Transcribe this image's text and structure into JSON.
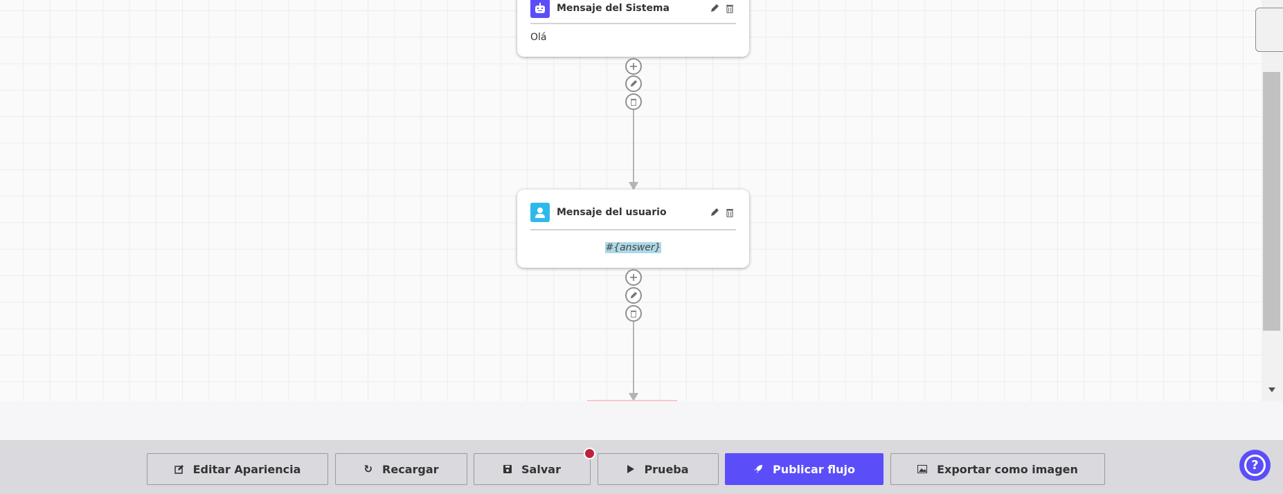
{
  "nodes": [
    {
      "title": "Mensaje del Sistema",
      "type": "system",
      "icon": "robot-icon",
      "content": "Olá",
      "color": "#5b4ef9"
    },
    {
      "title": "Mensaje del usuario",
      "type": "user",
      "icon": "user-icon",
      "content": "#{answer}",
      "color": "#2fb9ea"
    }
  ],
  "toolbar": {
    "edit_appearance": "Editar Apariencia",
    "reload": "Recargar",
    "save": "Salvar",
    "test": "Prueba",
    "publish": "Publicar flujo",
    "export": "Exportar como imagen"
  },
  "colors": {
    "primary": "#5b4ef9",
    "unsaved_dot": "#c0203a",
    "highlight": "#add8e6"
  }
}
